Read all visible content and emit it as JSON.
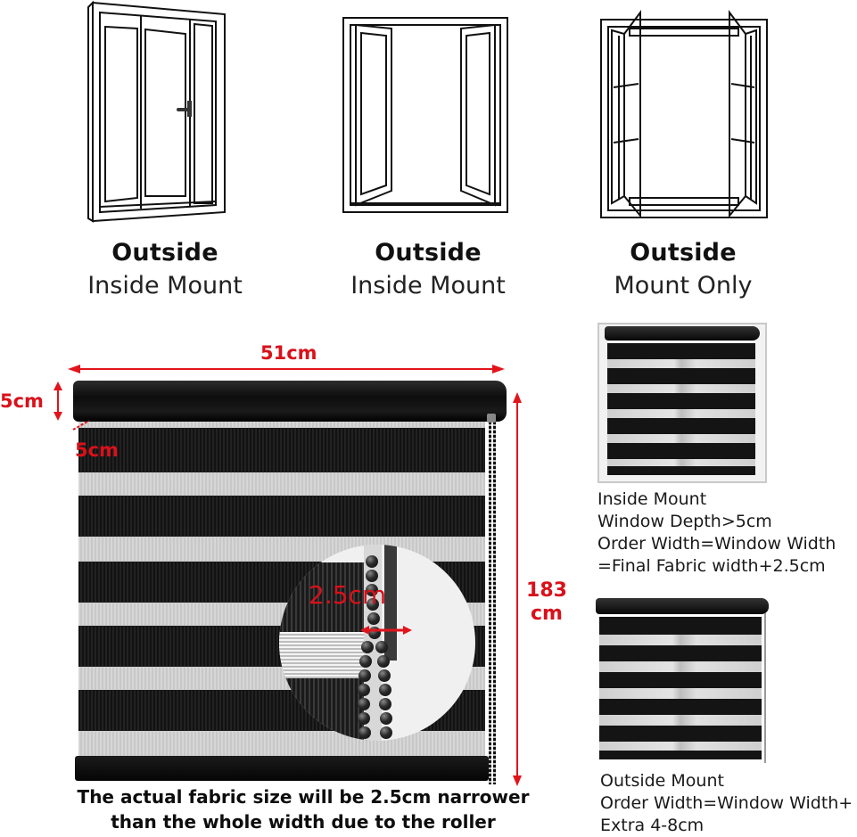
{
  "mount_types": [
    {
      "id": "type-1",
      "title": "Outside",
      "subtitle": "Inside Mount",
      "illustration": "sliding-window-with-handle"
    },
    {
      "id": "type-2",
      "title": "Outside",
      "subtitle": "Inside Mount",
      "illustration": "casement-window-opened-inward"
    },
    {
      "id": "type-3",
      "title": "Outside",
      "subtitle": "Mount Only",
      "illustration": "casement-window-opened-outward"
    }
  ],
  "dimensions": {
    "width_label": "51cm",
    "roller_height_label": "5cm",
    "roller_depth_label": "5cm",
    "height_label_value": "183",
    "height_label_unit": "cm",
    "roller_gap_label": "2.5cm",
    "annotation_color": "#e2141b"
  },
  "inside_mount": {
    "lines": [
      "Inside Mount",
      "Window Depth>5cm",
      "Order Width=Window Width",
      "=Final Fabric width+2.5cm"
    ]
  },
  "outside_mount": {
    "lines": [
      "Outside Mount",
      "Order Width=Window Width+",
      "Extra 4-8cm"
    ]
  },
  "footnote": {
    "line1": "The actual fabric size will be 2.5cm narrower",
    "line2": "than the whole width due to the roller"
  },
  "colors": {
    "fabric_dark": "#141414",
    "fabric_sheer": "#d0d0d0",
    "background": "#ffffff"
  }
}
